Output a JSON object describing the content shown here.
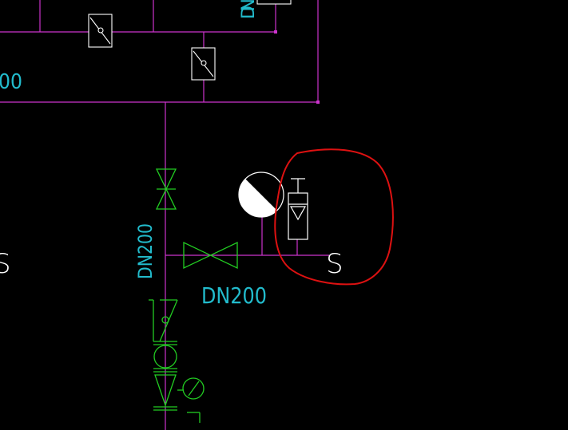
{
  "colors": {
    "background": "#000000",
    "pipe": "#cc33cc",
    "valve": "#22cc22",
    "text": "#22bbcc",
    "symbol": "#ffffff",
    "markup": "#dd1111"
  },
  "labels": {
    "top_partial": "DN",
    "left_partial": "00",
    "vertical_dn": "DN200",
    "horizontal_dn": "DN200",
    "s_left": "S",
    "s_right": "S"
  },
  "icons": [
    "butterfly-valve-icon",
    "gate-valve-icon",
    "pressure-gauge-icon",
    "check-valve-icon",
    "flow-switch-icon",
    "markup-circle-icon"
  ]
}
